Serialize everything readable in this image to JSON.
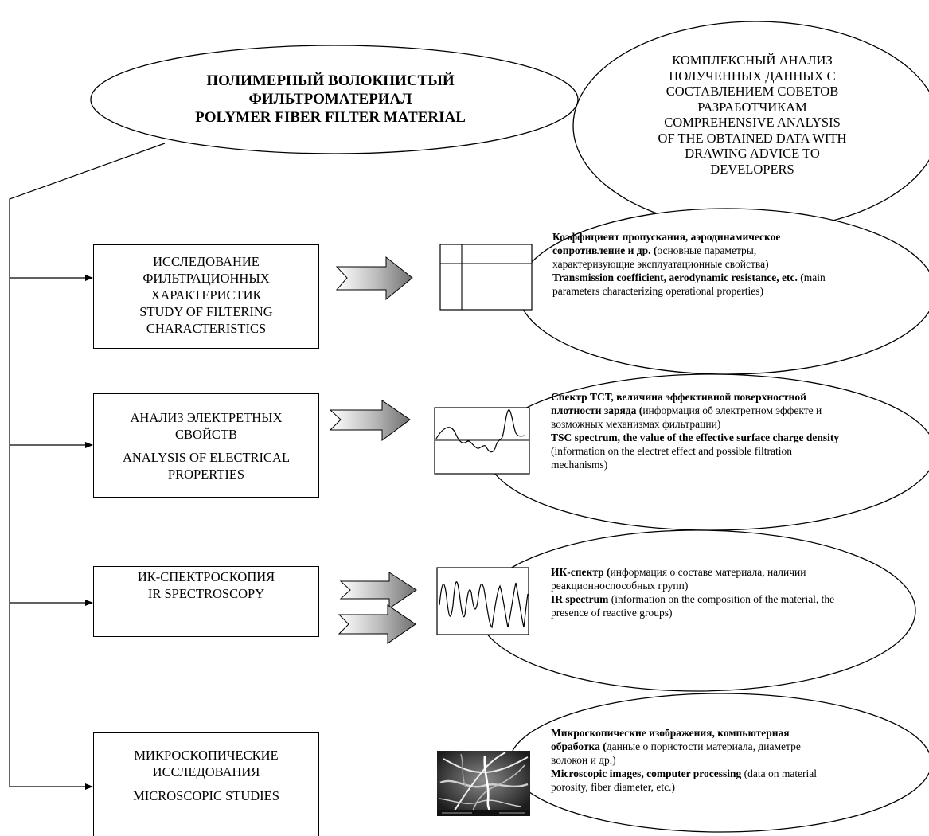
{
  "main_node": {
    "line1": "ПОЛИМЕРНЫЙ ВОЛОКНИСТЫЙ",
    "line2": "ФИЛЬТРОМАТЕРИАЛ",
    "line3": "POLYMER FIBER FILTER MATERIAL"
  },
  "analysis_node": {
    "lines": [
      "КОМПЛЕКСНЫЙ АНАЛИЗ",
      "ПОЛУЧЕННЫХ ДАННЫХ С",
      "СОСТАВЛЕНИЕМ СОВЕТОВ",
      "РАЗРАБОТЧИКАМ",
      "COMPREHENSIVE ANALYSIS",
      "OF THE OBTAINED DATA WITH",
      "DRAWING ADVICE TO",
      "DEVELOPERS"
    ]
  },
  "methods": [
    {
      "box_lines": [
        "ИССЛЕДОВАНИЕ",
        "ФИЛЬТРАЦИОННЫХ",
        "ХАРАКТЕРИСТИК",
        "STUDY OF FILTERING",
        "CHARACTERISTICS"
      ],
      "desc_ru_bold": "Коэффициент пропускания, аэродинамическое сопротивление и др. (",
      "desc_ru_normal": "основные параметры, характеризующие эксплуатационные свойства)",
      "desc_en_bold": "Transmission coefficient, aerodynamic resistance, etc. (",
      "desc_en_normal": "main parameters characterizing operational properties)"
    },
    {
      "box_lines_ru": [
        "АНАЛИЗ ЭЛЕКТРЕТНЫХ",
        "СВОЙСТВ"
      ],
      "box_lines_en": [
        "ANALYSIS OF ELECTRICAL",
        "PROPERTIES"
      ],
      "desc_ru_bold": "Спектр ТСТ, величина эффективной поверхностной плотности заряда (",
      "desc_ru_normal": "информация об электретном эффекте и возможных механизмах фильтрации)",
      "desc_en_bold": "TSC spectrum, the value of the effective surface charge density",
      "desc_en_normal": " (information on the electret effect and possible filtration mechanisms)"
    },
    {
      "box_lines": [
        "ИК-СПЕКТРОСКОПИЯ",
        "IR SPECTROSCOPY"
      ],
      "desc_ru_bold": "ИК-спектр (",
      "desc_ru_normal": "информация о составе материала, наличии реакционноспособных групп)",
      "desc_en_bold": "IR spectrum",
      "desc_en_normal": " (information on the composition of the material, the presence of reactive groups)"
    },
    {
      "box_lines_ru": [
        "МИКРОСКОПИЧЕСКИЕ",
        "ИССЛЕДОВАНИЯ"
      ],
      "box_lines_en": [
        "MICROSCOPIC STUDIES"
      ],
      "desc_ru_bold": "Микроскопические изображения, компьютерная обработка (",
      "desc_ru_normal": "данные о пористости материала, диаметре волокон и др.)",
      "desc_en_bold": "Microscopic images, computer processing",
      "desc_en_normal": " (data on material porosity, fiber diameter, etc.)"
    }
  ]
}
